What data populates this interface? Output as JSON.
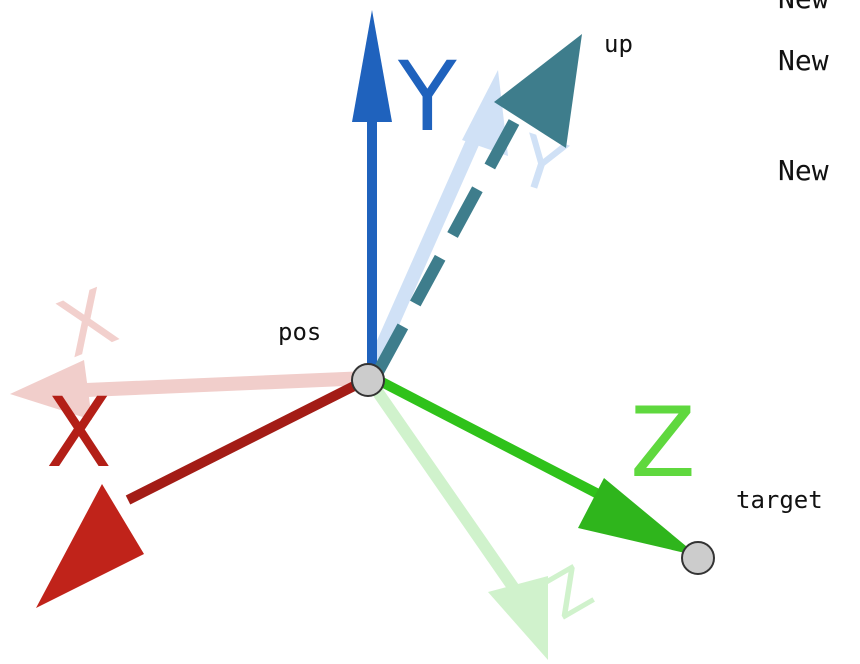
{
  "labels": {
    "pos": "pos",
    "up": "up",
    "target": "target"
  },
  "axes": {
    "x": "X",
    "y": "Y",
    "z": "Z"
  },
  "faded_axes": {
    "x": "X",
    "y": "Y",
    "z": "Z"
  },
  "notes": [
    "New",
    "New",
    "New"
  ],
  "colors": {
    "x_axis": "#c0231a",
    "y_axis": "#1f62bd",
    "z_axis": "#2fc21a",
    "up_vector": "#3e7d8c",
    "faded_x": "#e6a6a0",
    "faded_y": "#a9c9ef",
    "faded_z": "#a9e7a2",
    "point_fill": "#cccccc",
    "point_stroke": "#333333"
  }
}
